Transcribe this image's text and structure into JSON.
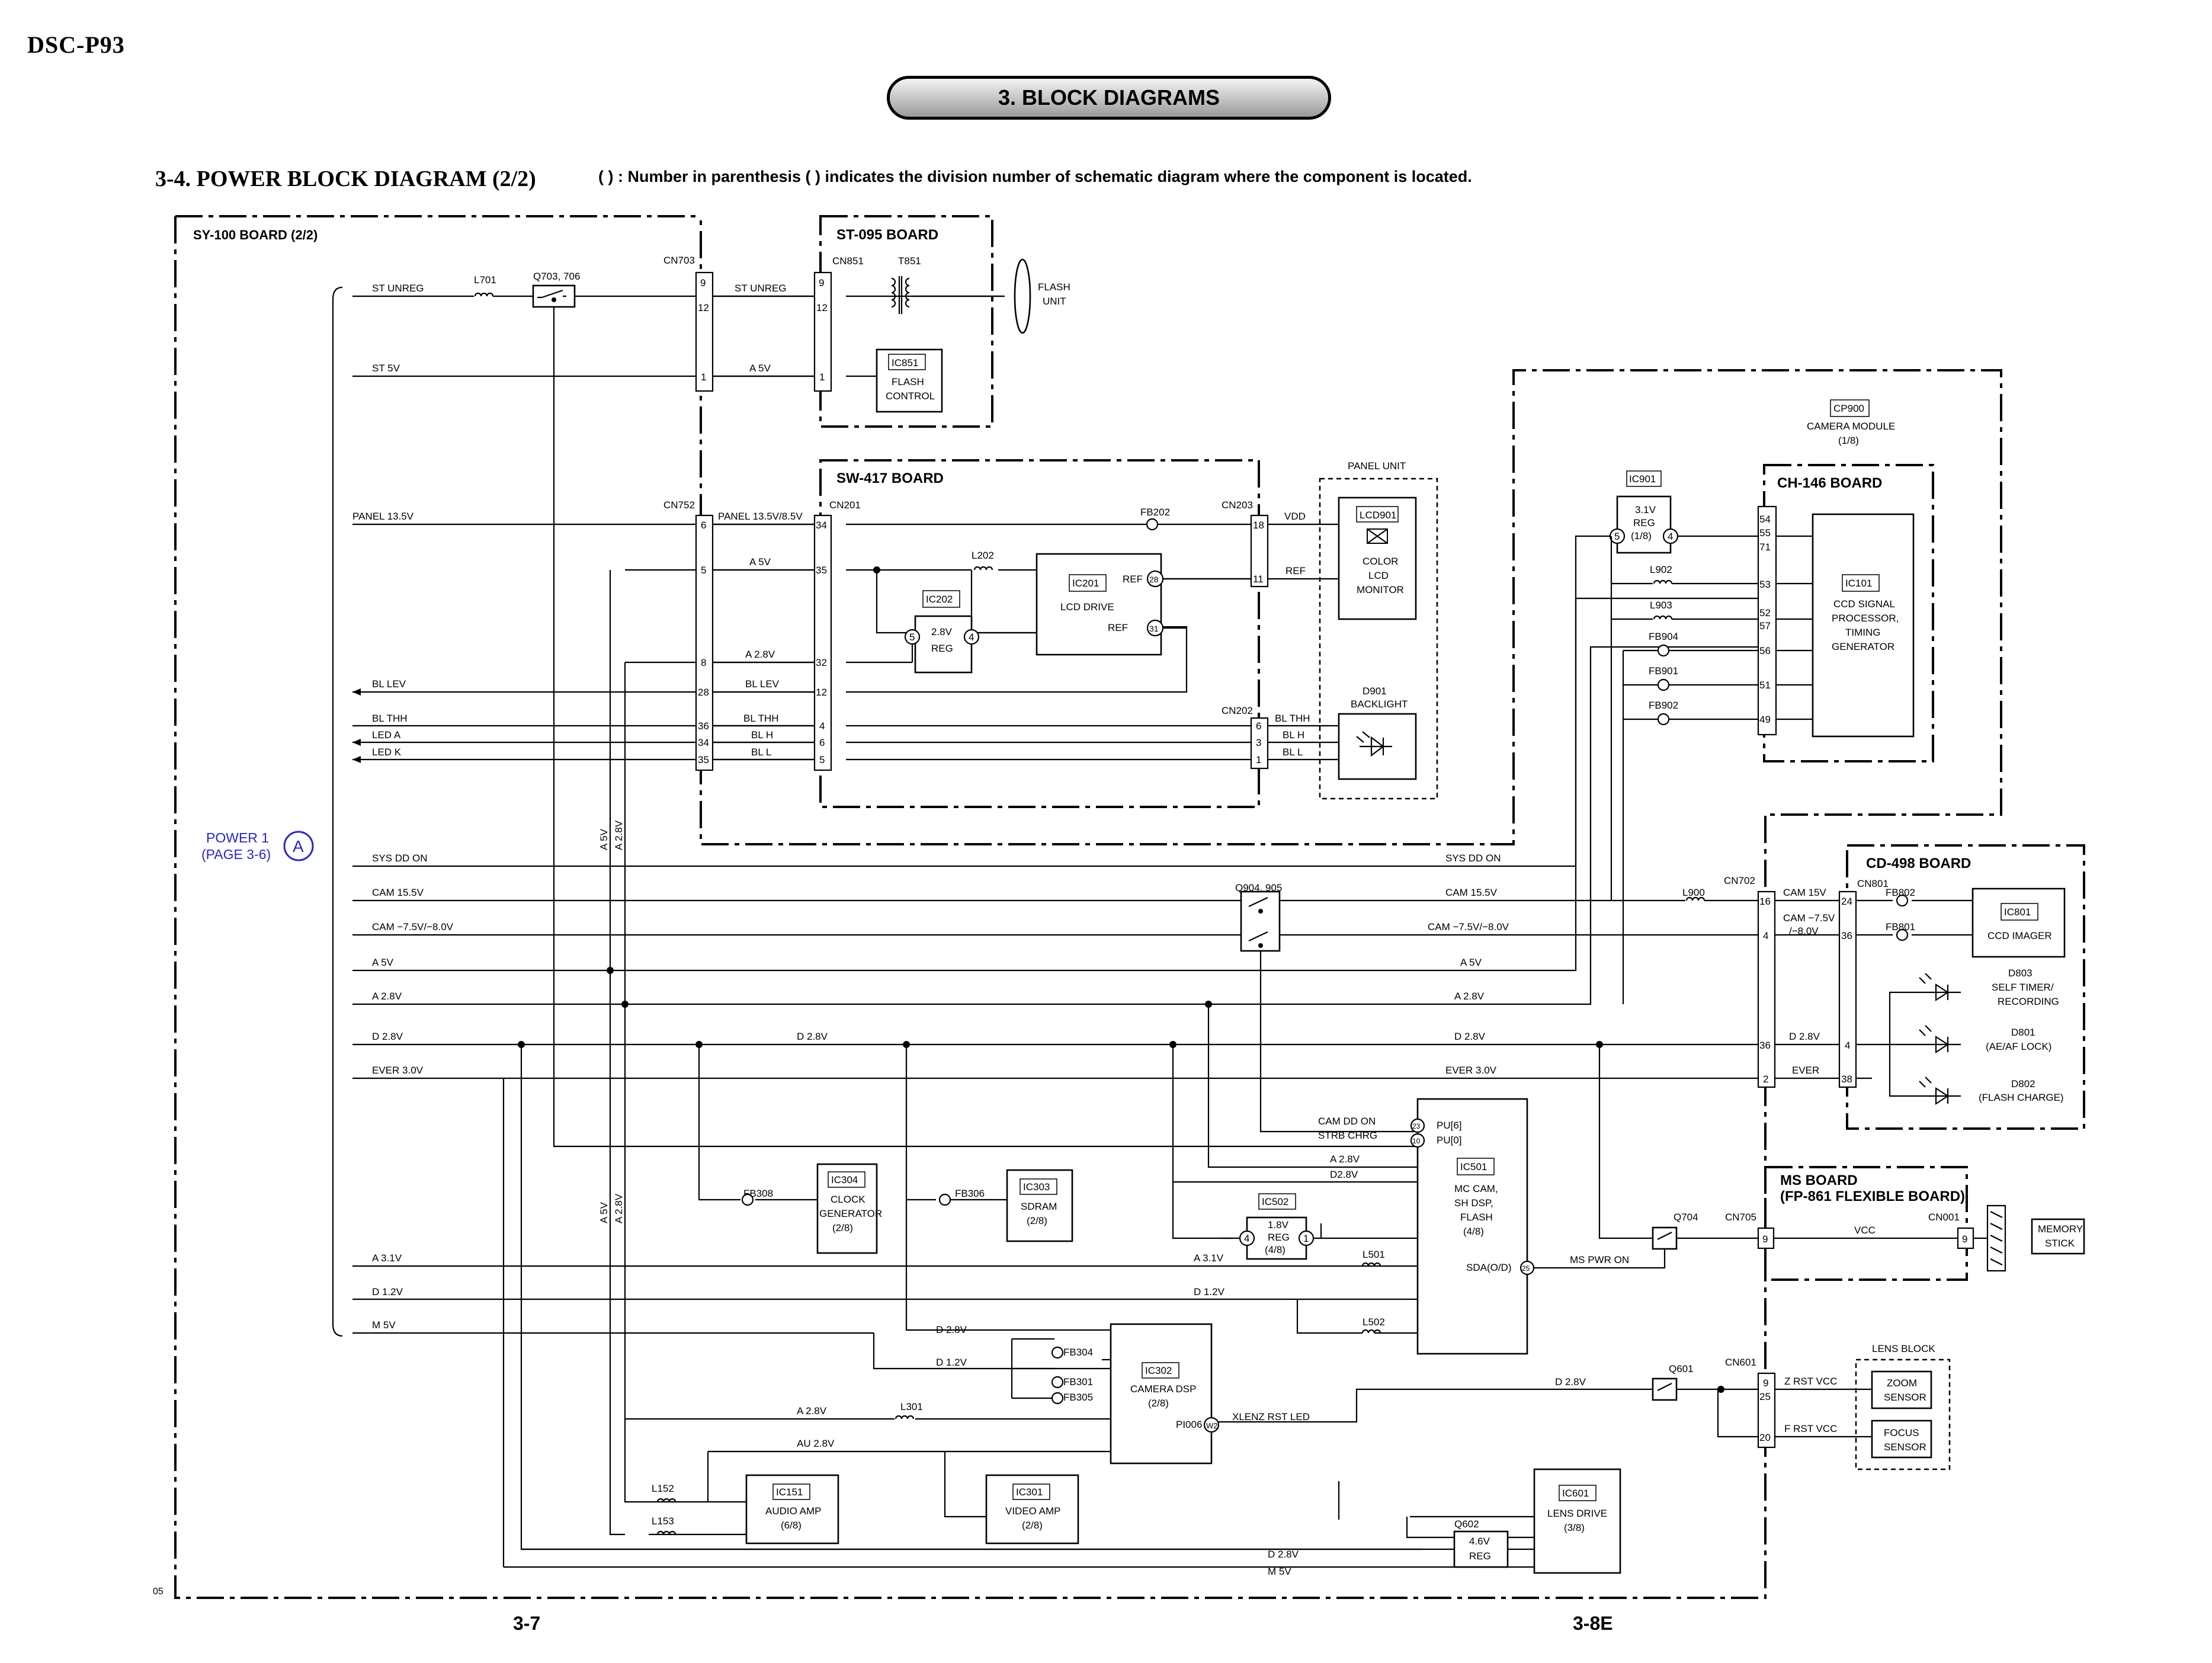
{
  "header": {
    "model": "DSC-P93",
    "section": "3. BLOCK DIAGRAMS",
    "title": "3-4.  POWER  BLOCK  DIAGRAM (2/2)",
    "note": "( ) : Number in parenthesis (  ) indicates the division number of schematic diagram where the component is located."
  },
  "footer": {
    "page_left": "3-7",
    "page_right": "3-8E",
    "corner": "05"
  },
  "boards": {
    "sy100": "SY-100 BOARD (2/2)",
    "st095": "ST-095 BOARD",
    "sw417": "SW-417 BOARD",
    "ch146": "CH-146 BOARD",
    "cd498": "CD-498 BOARD",
    "ms1": "MS BOARD",
    "ms2": "(FP-861 FLEXIBLE BOARD)",
    "panel_unit": "PANEL UNIT",
    "lens_block": "LENS BLOCK"
  },
  "power_ref": {
    "line1": "POWER 1",
    "line2": "(PAGE 3-6)",
    "marker": "A"
  },
  "signals": {
    "st_unreg": "ST UNREG",
    "st5v": "ST 5V",
    "panel": "PANEL 13.5V",
    "bl_lev": "BL LEV",
    "bl_thh": "BL THH",
    "led_a": "LED A",
    "led_k": "LED K",
    "sys_dd": "SYS DD ON",
    "cam15": "CAM 15.5V",
    "cam75": "CAM −7.5V/−8.0V",
    "a5v": "A 5V",
    "a28v": "A 2.8V",
    "d28v": "D 2.8V",
    "ever": "EVER 3.0V",
    "a31v": "A 3.1V",
    "d12v": "D 1.2V",
    "m5v": "M 5V",
    "panel2": "PANEL 13.5V/8.5V",
    "bl_h": "BL H",
    "bl_l": "BL L",
    "vdd": "VDD",
    "ref": "REF",
    "cam15b": "CAM 15V",
    "cam75b1": "CAM −7.5V",
    "cam75b2": "/−8.0V",
    "ever_s": "EVER",
    "cam_dd": "CAM DD ON",
    "strb": "STRB CHRG",
    "a28v2": "A 2.8V",
    "d28v2": "D2.8V",
    "ms_pwr": "MS PWR ON",
    "vcc": "VCC",
    "au28": "AU 2.8V",
    "xlenz": "XLENZ RST LED",
    "zrst": "Z RST VCC",
    "frst": "F RST VCC",
    "vert_a5v": "A 5V",
    "vert_a28v": "A 2.8V"
  },
  "connectors": {
    "cn703": "CN703",
    "cn851": "CN851",
    "cn752": "CN752",
    "cn201": "CN201",
    "cn203": "CN203",
    "cn202": "CN202",
    "cn702": "CN702",
    "cn801": "CN801",
    "cn705": "CN705",
    "cn001": "CN001",
    "cn601": "CN601"
  },
  "components": {
    "l701": "L701",
    "q703": "Q703, 706",
    "t851": "T851",
    "fb202": "FB202",
    "l202": "L202",
    "l902": "L902",
    "l903": "L903",
    "fb904": "FB904",
    "fb901": "FB901",
    "fb902": "FB902",
    "q904": "Q904, 905",
    "l900": "L900",
    "fb802": "FB802",
    "fb801": "FB801",
    "fb308": "FB308",
    "fb306": "FB306",
    "l501": "L501",
    "l502": "L502",
    "q704": "Q704",
    "fb304": "FB304",
    "fb301": "FB301",
    "fb305": "FB305",
    "l301": "L301",
    "l152": "L152",
    "l153": "L153",
    "q601": "Q601"
  },
  "blocks": {
    "flash_unit": [
      "FLASH",
      "UNIT"
    ],
    "ic851": [
      "IC851",
      "FLASH",
      "CONTROL"
    ],
    "cp900": [
      "CP900",
      "CAMERA MODULE",
      "(1/8)"
    ],
    "ic901": [
      "IC901",
      "3.1V",
      "REG",
      "(1/8)"
    ],
    "ic201": [
      "IC201",
      "LCD DRIVE"
    ],
    "ic202": [
      "IC202",
      "2.8V",
      "REG"
    ],
    "lcd901": [
      "LCD901",
      "COLOR",
      "LCD",
      "MONITOR"
    ],
    "d901": [
      "D901",
      "BACKLIGHT"
    ],
    "ic101": [
      "IC101",
      "CCD SIGNAL",
      "PROCESSOR,",
      "TIMING",
      "GENERATOR"
    ],
    "ic801": [
      "IC801",
      "CCD IMAGER"
    ],
    "d803": [
      "D803",
      "SELF TIMER/",
      "RECORDING"
    ],
    "d801": [
      "D801",
      "(AE/AF LOCK)"
    ],
    "d802": [
      "D802",
      "(FLASH CHARGE)"
    ],
    "ic304": [
      "IC304",
      "CLOCK",
      "GENERATOR",
      "(2/8)"
    ],
    "ic303": [
      "IC303",
      "SDRAM",
      "(2/8)"
    ],
    "ic502": [
      "IC502",
      "1.8V",
      "REG",
      "(4/8)"
    ],
    "ic501": [
      "IC501",
      "MC CAM,",
      "SH DSP,",
      "FLASH",
      "(4/8)"
    ],
    "ic501_pins": [
      "PU[6]",
      "PU[0]",
      "SDA(O/D)"
    ],
    "ic302": [
      "IC302",
      "CAMERA DSP",
      "(2/8)",
      "PI006"
    ],
    "ic151": [
      "IC151",
      "AUDIO AMP",
      "(6/8)"
    ],
    "ic301": [
      "IC301",
      "VIDEO AMP",
      "(2/8)"
    ],
    "ic601": [
      "IC601",
      "LENS DRIVE",
      "(3/8)"
    ],
    "q602": [
      "Q602",
      "4.6V",
      "REG"
    ],
    "zoom": [
      "ZOOM",
      "SENSOR"
    ],
    "focus": [
      "FOCUS",
      "SENSOR"
    ],
    "memory": [
      "MEMORY",
      "STICK"
    ]
  },
  "pin_numbers": {
    "cn703": [
      "9",
      "12",
      "1"
    ],
    "cn851": [
      "9",
      "12",
      "1"
    ],
    "cn752": [
      "6",
      "5",
      "8",
      "28",
      "36",
      "34",
      "35"
    ],
    "cn201": [
      "34",
      "35",
      "32",
      "12",
      "4",
      "6",
      "5"
    ],
    "cn203": [
      "18",
      "11"
    ],
    "cn202": [
      "6",
      "3",
      "1"
    ],
    "ic201": [
      "28",
      "31"
    ],
    "ic202": [
      "5",
      "4"
    ],
    "ic901": [
      "5",
      "4"
    ],
    "ch146": [
      "54",
      "55",
      "71",
      "53",
      "52",
      "57",
      "56",
      "51",
      "49"
    ],
    "cn702": [
      "16",
      "4",
      "36",
      "2"
    ],
    "cn801": [
      "24",
      "36",
      "4",
      "38"
    ],
    "cn705": [
      "9"
    ],
    "cn001": [
      "9"
    ],
    "cn601": [
      "9",
      "25",
      "20"
    ],
    "ic502": [
      "4",
      "1"
    ],
    "ic501": [
      "23",
      "10",
      "25"
    ],
    "ic302": [
      "W2"
    ]
  }
}
